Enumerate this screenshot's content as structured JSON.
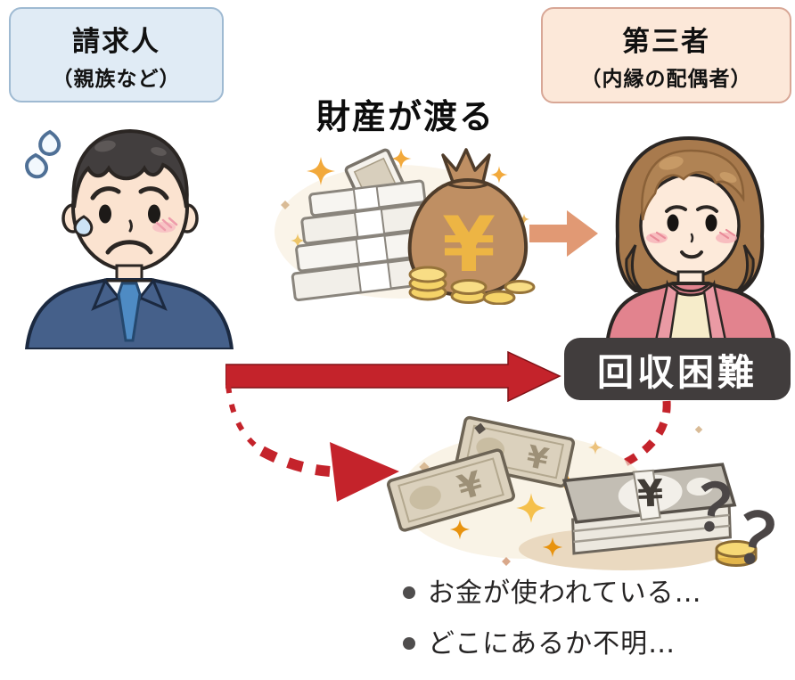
{
  "diagram": {
    "claimant_box": {
      "title": "請求人",
      "subtitle": "（親族など）"
    },
    "third_party_box": {
      "title": "第三者",
      "subtitle": "（内縁の配偶者）"
    },
    "transfer_label": "財産が渡る",
    "recovery_badge": "回収困難",
    "notes": [
      "お金が使われている…",
      "どこにあるか不明…"
    ],
    "symbols": {
      "yen": "¥",
      "question_mark": "？"
    },
    "colors": {
      "claimant_box_bg": "#e0ebf5",
      "claimant_box_border": "#9fbad2",
      "third_party_box_bg": "#fce8d9",
      "third_party_box_border": "#d8a796",
      "flow_arrow_red": "#c4232b",
      "transfer_arrow_orange": "#e19974",
      "badge_bg": "#413d3d",
      "badge_text": "#ffffff",
      "sparkle_gold": "#f2a93b",
      "coin_gold": "#f5d368",
      "money_bag_brown": "#bf8f63"
    }
  }
}
